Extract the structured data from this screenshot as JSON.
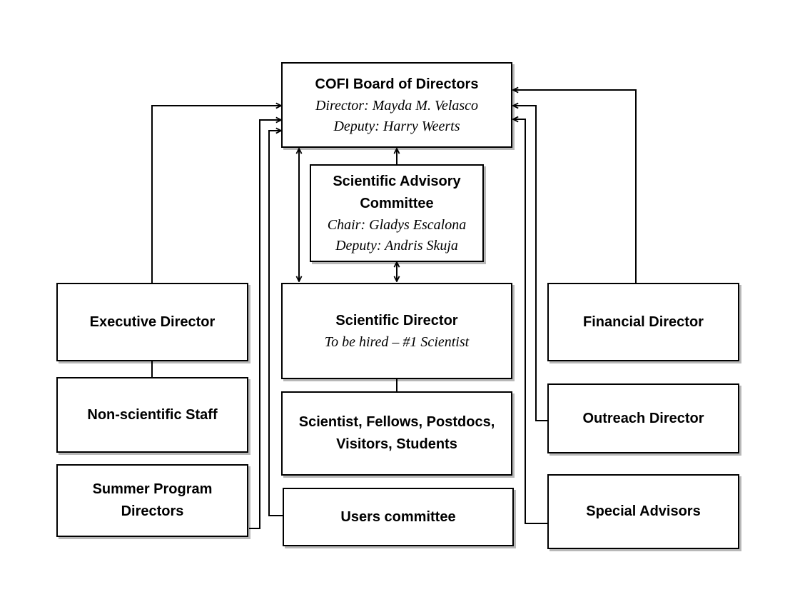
{
  "board": {
    "title": "COFI Board of Directors",
    "director": "Director: Mayda M. Velasco",
    "deputy": "Deputy: Harry Weerts"
  },
  "advisory_committee": {
    "title_line1": "Scientific Advisory",
    "title_line2": "Committee",
    "chair": "Chair: Gladys Escalona",
    "deputy": "Deputy: Andris Skuja"
  },
  "scientific_director": {
    "title": "Scientific Director",
    "note": "To be hired – #1 Scientist"
  },
  "scientists": {
    "line1": "Scientist, Fellows, Postdocs,",
    "line2": "Visitors, Students"
  },
  "users_committee": {
    "title": "Users committee"
  },
  "executive_director": {
    "title": "Executive Director"
  },
  "nonscientific_staff": {
    "title": "Non-scientific Staff"
  },
  "summer_program": {
    "line1": "Summer Program",
    "line2": "Directors"
  },
  "financial_director": {
    "title": "Financial Director"
  },
  "outreach_director": {
    "title": "Outreach Director"
  },
  "special_advisors": {
    "title": "Special Advisors"
  },
  "colors": {
    "line": "#000000",
    "box_border": "#000000",
    "shadow": "#8c8c8c"
  }
}
